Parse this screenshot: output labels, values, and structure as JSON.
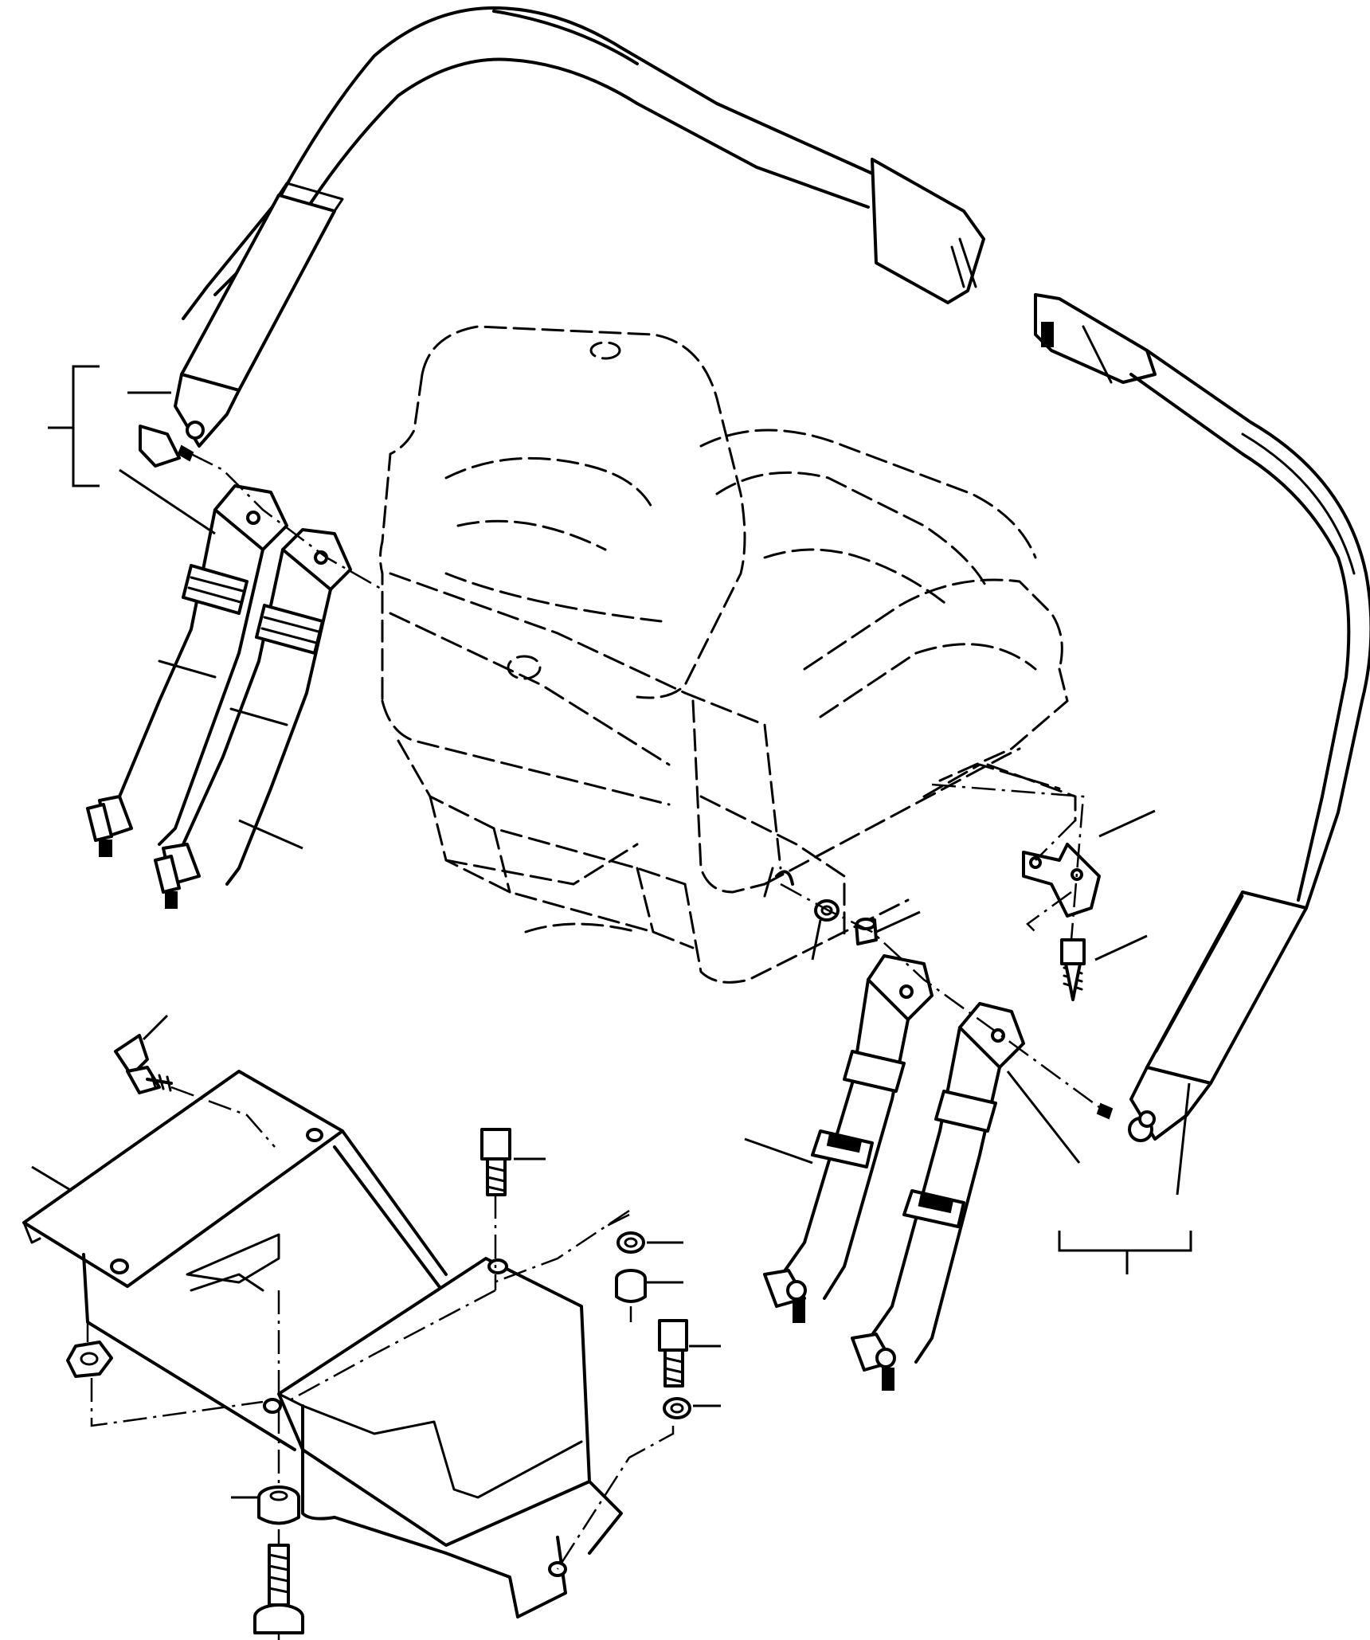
{
  "figure": {
    "kind": "exploded-parts-diagram",
    "colors": {
      "line": "#000000",
      "background": "#ffffff"
    }
  },
  "parts": [
    {
      "id": "seat",
      "style": "phantom-dashed"
    },
    {
      "id": "shoulder-belt-left"
    },
    {
      "id": "shoulder-belt-right"
    },
    {
      "id": "buckle-left-inner"
    },
    {
      "id": "buckle-left-outer"
    },
    {
      "id": "buckle-right-inner"
    },
    {
      "id": "buckle-right-outer"
    },
    {
      "id": "seat-bracket-right"
    },
    {
      "id": "tapping-screw"
    },
    {
      "id": "washer"
    },
    {
      "id": "spacer-collar"
    },
    {
      "id": "wing-bolt"
    },
    {
      "id": "mounting-bracket"
    },
    {
      "id": "hex-bolt-upper"
    },
    {
      "id": "hex-bolt-lower"
    },
    {
      "id": "lock-washer-upper"
    },
    {
      "id": "lock-washer-lower"
    },
    {
      "id": "hex-nut-right"
    },
    {
      "id": "hex-nut-left"
    },
    {
      "id": "bushing"
    },
    {
      "id": "stud-bolt"
    }
  ]
}
